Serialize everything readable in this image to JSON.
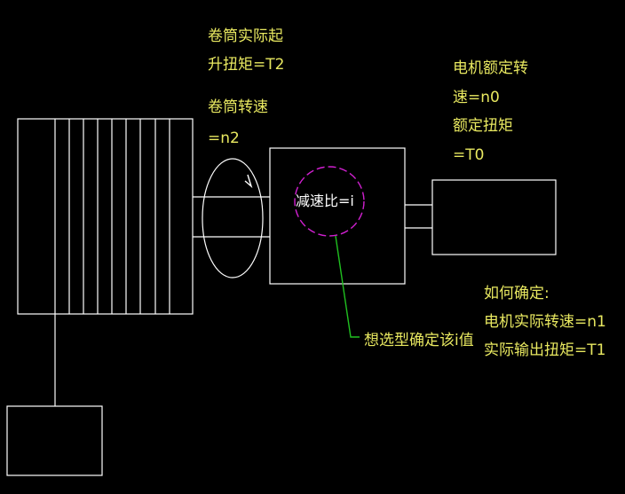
{
  "drum_torque": {
    "line1": "卷筒实际起",
    "line2": "升扭矩=T2"
  },
  "drum_speed": {
    "line1": "卷筒转速",
    "line2": "=n2"
  },
  "motor_rated": {
    "line1": "电机额定转",
    "line2": "速=n0",
    "line3": "额定扭矩",
    "line4": "=T0"
  },
  "gearbox": {
    "label": "减速比=i"
  },
  "question": {
    "line1": "如何确定:",
    "line2": "电机实际转速=n1",
    "line3": "实际输出扭矩=T1"
  },
  "callout": {
    "label": "想选型确定该i值"
  },
  "colors": {
    "outline": "#ffffff",
    "label": "#e8e860",
    "circle": "#d020d0",
    "leader": "#20c020"
  }
}
